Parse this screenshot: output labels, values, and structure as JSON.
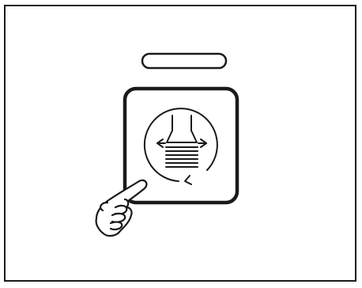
{
  "figure": {
    "frame": "border-frame",
    "elements": [
      {
        "name": "status-indicator-slot",
        "icon": "rounded-rect-slot-icon"
      },
      {
        "name": "rotate-feed-button",
        "icon": "rotate-feed-icon"
      },
      {
        "name": "pointing-hand",
        "icon": "pointing-hand-icon"
      }
    ],
    "colors": {
      "stroke": "#1a1a1a",
      "background": "#ffffff"
    }
  }
}
